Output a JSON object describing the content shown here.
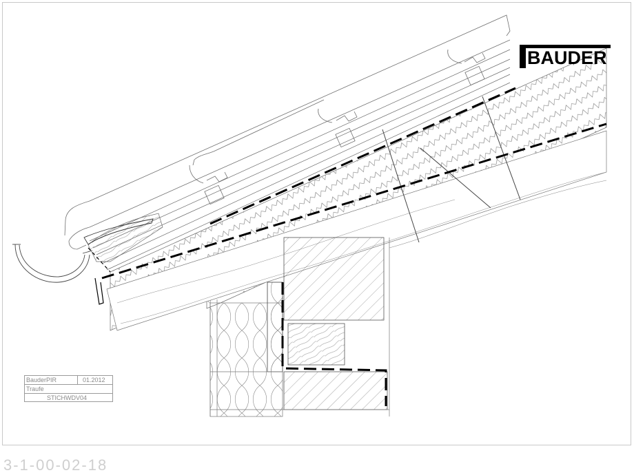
{
  "logo": {
    "text": "BAUDER"
  },
  "title_block": {
    "product": "BauderPIR",
    "date": "01.2012",
    "detail_name": "Traufe",
    "drawing_code": "STICHWDV04"
  },
  "drawing_number": "3-1-00-02-18",
  "colors": {
    "line": "#606060",
    "membrane": "#000000",
    "frame": "#c8c8c8",
    "caption": "#cfcfcf"
  }
}
